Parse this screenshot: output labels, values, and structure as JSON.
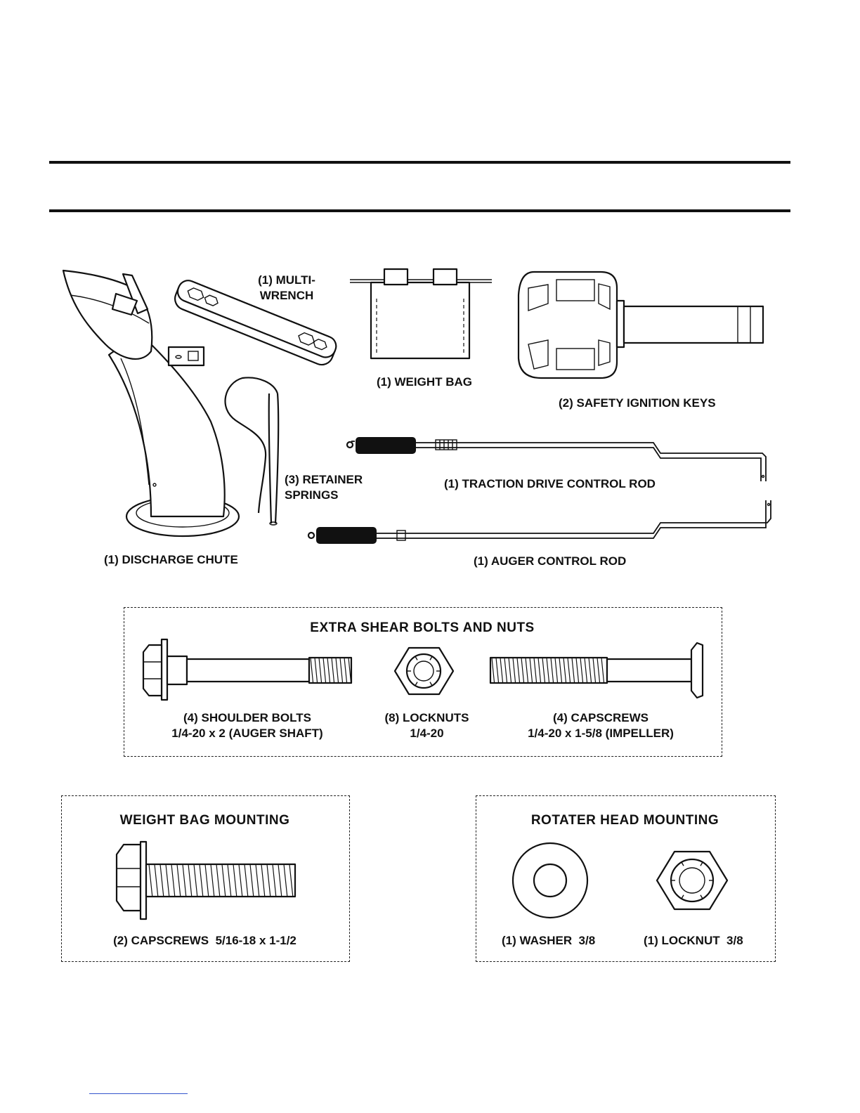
{
  "parts": {
    "multi_wrench": "(1) MULTI-\nWRENCH",
    "weight_bag": "(1) WEIGHT BAG",
    "ignition_keys": "(2) SAFETY IGNITION KEYS",
    "retainer_springs": "(3) RETAINER\nSPRINGS",
    "traction_rod": "(1) TRACTION DRIVE CONTROL ROD",
    "auger_rod": "(1) AUGER CONTROL ROD",
    "discharge_chute": "(1) DISCHARGE CHUTE"
  },
  "shear_box": {
    "title": "EXTRA SHEAR BOLTS AND NUTS",
    "shoulder_bolts": "(4) SHOULDER BOLTS\n1/4-20 x 2 (AUGER SHAFT)",
    "locknuts": "(8) LOCKNUTS\n1/4-20",
    "capscrews": "(4) CAPSCREWS\n1/4-20 x 1-5/8 (IMPELLER)"
  },
  "weight_box": {
    "title": "WEIGHT BAG MOUNTING",
    "capscrews": "(2) CAPSCREWS  5/16-18 x 1-1/2"
  },
  "rotater_box": {
    "title": "ROTATER HEAD MOUNTING",
    "washer": "(1) WASHER  3/8",
    "locknut": "(1) LOCKNUT  3/8"
  }
}
